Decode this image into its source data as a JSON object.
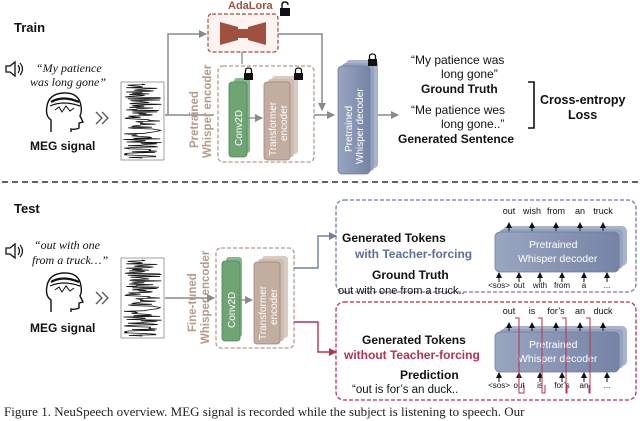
{
  "colors": {
    "adalora": "#a0503f",
    "adalora_fill": "#f6e7e3",
    "encoder_text": "#b59b8a",
    "conv_fill": "#6fa574",
    "transformer_fill": "#c2ada1",
    "decoder_fill": "#8391ae",
    "decoder_frame": "#6e7fa3",
    "teacher_blue": "#5d6f98",
    "no_teacher_red": "#b5334f",
    "arrow_gray": "#8a8a8a"
  },
  "train": {
    "section_label": "Train",
    "quote_line1": "“My patience",
    "quote_line2": "was long gone”",
    "meg_label": "MEG signal",
    "adalora_label": "AdaLora",
    "pretrained_encoder_line1": "Pretrained",
    "pretrained_encoder_line2": "Whisper encoder",
    "conv_label": "Conv2D",
    "transformer_line1": "Transformer",
    "transformer_line2": "encoder",
    "decoder_line1": "Pretrained",
    "decoder_line2": "Whisper decoder",
    "ground_truth_line1": "“My patience was",
    "ground_truth_line2": "long gone”",
    "ground_truth_label": "Ground Truth",
    "generated_line1": "“Me patience wes",
    "generated_line2": "long gone..”",
    "generated_label": "Generated Sentence",
    "loss_line1": "Cross-entropy",
    "loss_line2": "Loss"
  },
  "test": {
    "section_label": "Test",
    "quote_line1": "“out with one",
    "quote_line2": "from a truck…”",
    "meg_label": "MEG signal",
    "finetuned_line1": "Fine-tuned",
    "finetuned_line2": "Whisper encoder",
    "conv_label": "Conv2D",
    "transformer_line1": "Transformer",
    "transformer_line2": "encoder",
    "tf_box": {
      "generated_label": "Generated Tokens",
      "mode_label": "with Teacher-forcing",
      "ground_truth_label": "Ground Truth",
      "ground_truth_text": "out with one from a truck..",
      "decoder_line1": "Pretrained",
      "decoder_line2": "Whisper decoder",
      "output_tokens": [
        "out",
        "wish",
        "from",
        "an",
        "truck"
      ],
      "input_tokens": [
        "<sos>",
        "out",
        "with",
        "from",
        "a",
        "..."
      ]
    },
    "ntf_box": {
      "generated_label": "Generated Tokens",
      "mode_label": "without Teacher-forcing",
      "prediction_label": "Prediction",
      "prediction_text": "“out is for’s an duck..",
      "decoder_line1": "Pretrained",
      "decoder_line2": "Whisper decoder",
      "output_tokens": [
        "out",
        "is",
        "for’s",
        "an",
        "duck"
      ],
      "input_tokens": [
        "<sos>",
        "out",
        "is",
        "for’s",
        "an",
        "..."
      ]
    }
  },
  "caption": "Figure 1. NeuSpeech overview. MEG signal is recorded while the subject is listening to speech. Our"
}
